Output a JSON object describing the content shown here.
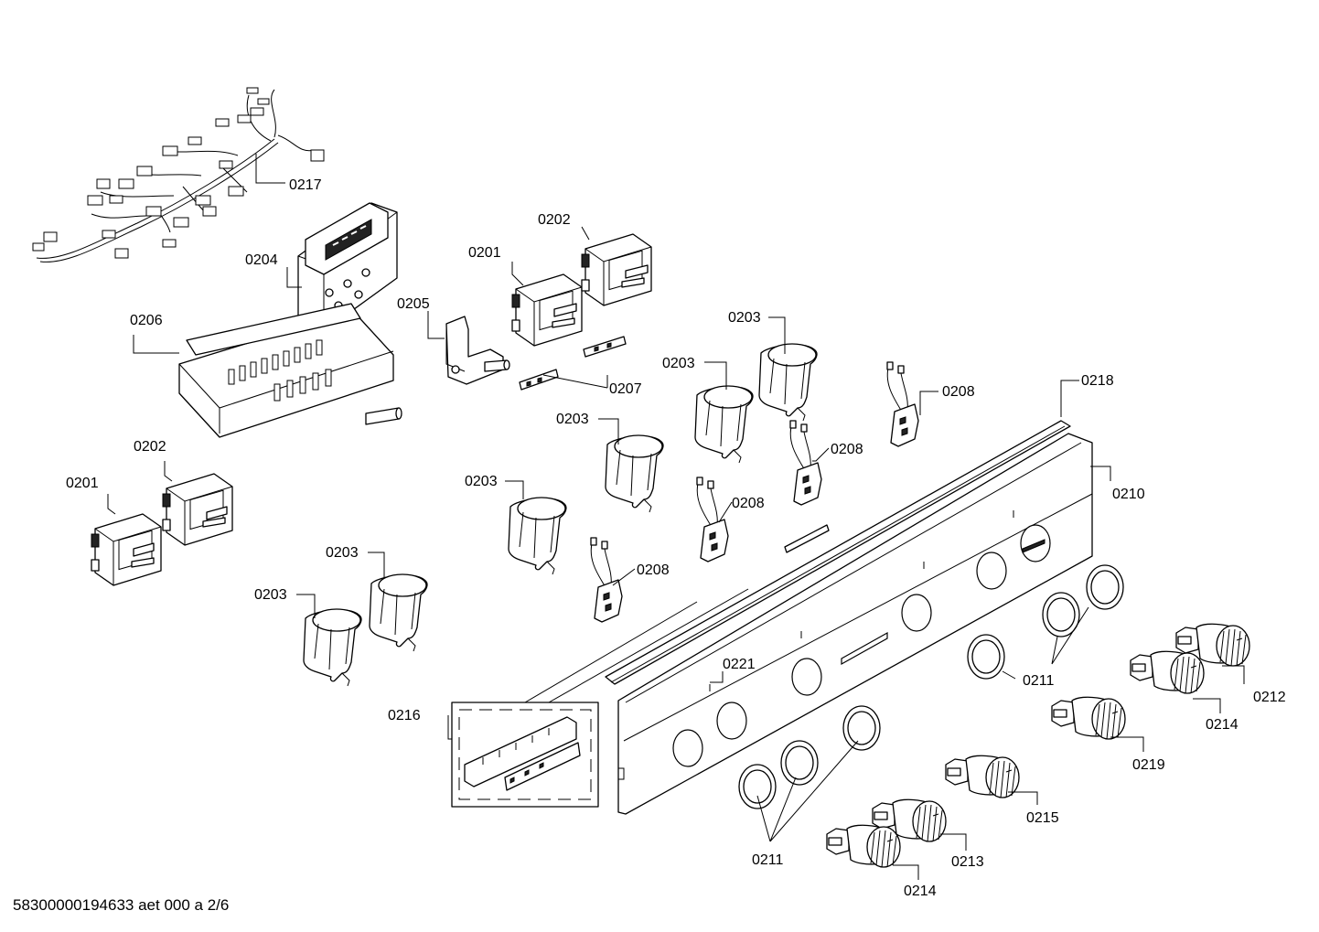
{
  "footer_code": "58300000194633 aet 000 a 2/6",
  "callouts": [
    {
      "id": "c0217",
      "label": "0217"
    },
    {
      "id": "c0204",
      "label": "0204"
    },
    {
      "id": "c0201a",
      "label": "0201"
    },
    {
      "id": "c0202a",
      "label": "0202"
    },
    {
      "id": "c0206",
      "label": "0206"
    },
    {
      "id": "c0205",
      "label": "0205"
    },
    {
      "id": "c0207",
      "label": "0207"
    },
    {
      "id": "c0203a",
      "label": "0203"
    },
    {
      "id": "c0203b",
      "label": "0203"
    },
    {
      "id": "c0203c",
      "label": "0203"
    },
    {
      "id": "c0203d",
      "label": "0203"
    },
    {
      "id": "c0203e",
      "label": "0203"
    },
    {
      "id": "c0203f",
      "label": "0203"
    },
    {
      "id": "c0208a",
      "label": "0208"
    },
    {
      "id": "c0208b",
      "label": "0208"
    },
    {
      "id": "c0208c",
      "label": "0208"
    },
    {
      "id": "c0208d",
      "label": "0208"
    },
    {
      "id": "c0218",
      "label": "0218"
    },
    {
      "id": "c0210",
      "label": "0210"
    },
    {
      "id": "c0202b",
      "label": "0202"
    },
    {
      "id": "c0201b",
      "label": "0201"
    },
    {
      "id": "c0221",
      "label": "0221"
    },
    {
      "id": "c0216",
      "label": "0216"
    },
    {
      "id": "c0211a",
      "label": "0211"
    },
    {
      "id": "c0211b",
      "label": "0211"
    },
    {
      "id": "c0212",
      "label": "0212"
    },
    {
      "id": "c0214a",
      "label": "0214"
    },
    {
      "id": "c0219",
      "label": "0219"
    },
    {
      "id": "c0215",
      "label": "0215"
    },
    {
      "id": "c0213",
      "label": "0213"
    },
    {
      "id": "c0214b",
      "label": "0214"
    }
  ]
}
